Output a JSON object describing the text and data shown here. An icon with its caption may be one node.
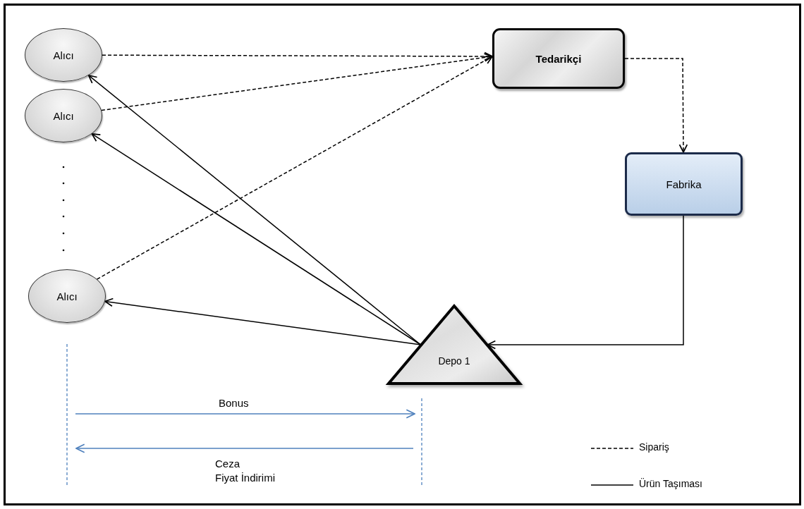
{
  "diagram": {
    "nodes": [
      {
        "text": [
          "Alıcı"
        ]
      },
      {
        "text": [
          "Alıcı"
        ]
      },
      {
        "text": [
          "Alıcı"
        ]
      },
      {
        "text": [
          "Tedarikçi"
        ]
      },
      {
        "text": [
          "Fabrika"
        ]
      },
      {
        "text": [
          "Depo 1"
        ]
      }
    ],
    "edges": [
      {
        "from": 0,
        "to": 3,
        "arrow": "to",
        "style": "dashed"
      },
      {
        "from": 1,
        "to": 3,
        "arrow": "to",
        "style": "dashed"
      },
      {
        "from": 2,
        "to": 3,
        "arrow": "to",
        "style": "dashed"
      },
      {
        "from": 3,
        "to": 4,
        "arrow": "to",
        "style": "dashed"
      },
      {
        "from": 4,
        "to": 5,
        "arrow": "to"
      },
      {
        "from": 5,
        "to": 0,
        "arrow": "to"
      },
      {
        "from": 5,
        "to": 1,
        "arrow": "to"
      },
      {
        "from": 5,
        "to": 2,
        "arrow": "to"
      }
    ],
    "labels": [
      "Bonus",
      "Ceza",
      "Fiyat İndirimi"
    ],
    "legend": [
      {
        "text": "Sipariş"
      },
      {
        "text": "Ürün Taşıması"
      }
    ]
  }
}
